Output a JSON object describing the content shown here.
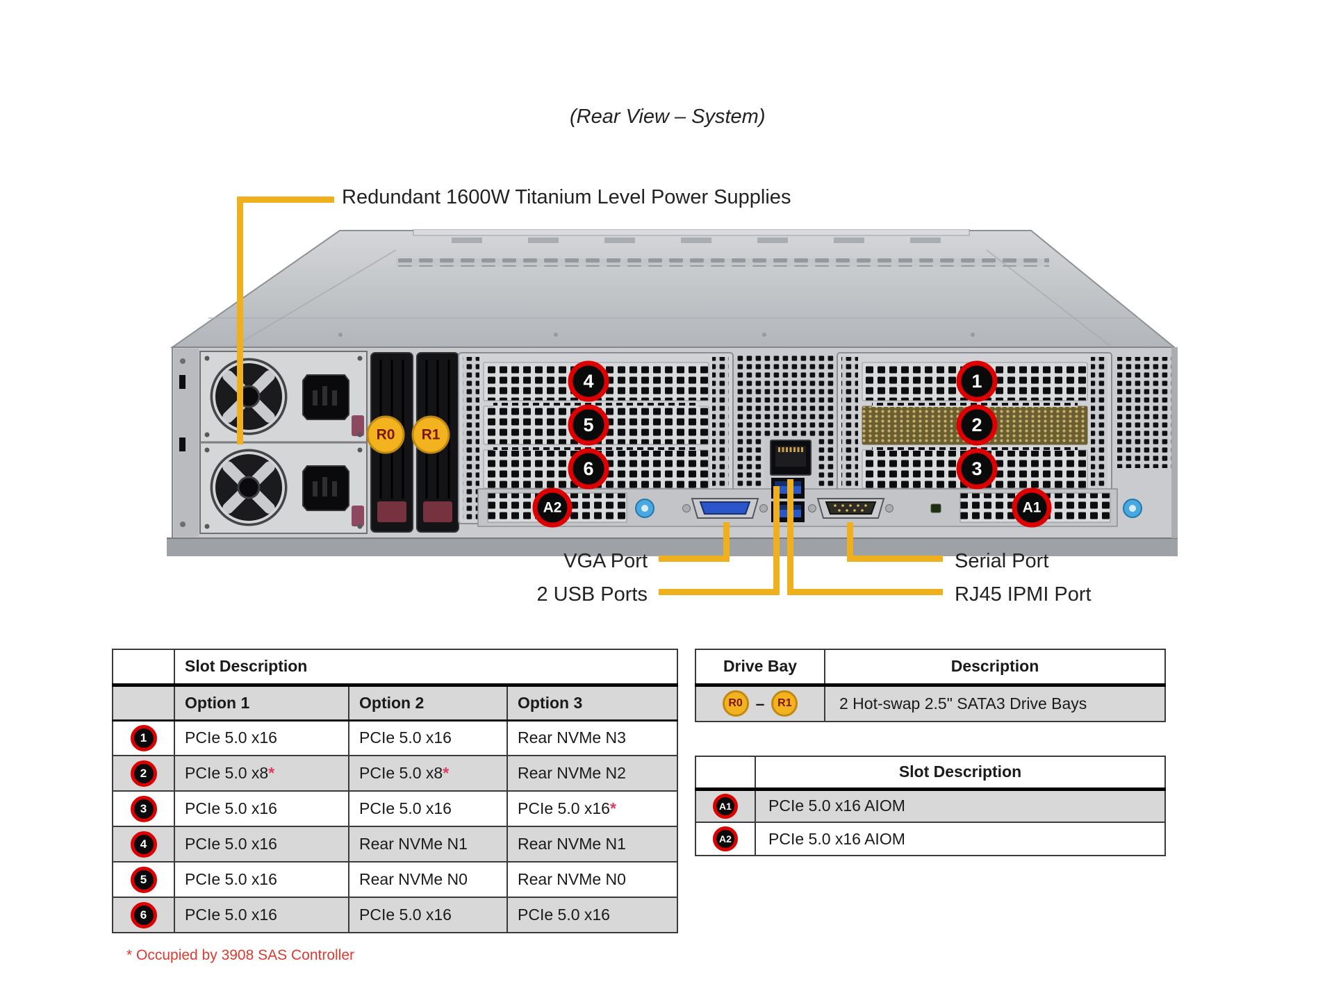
{
  "title": "(Rear View – System)",
  "callouts": {
    "psu": "Redundant 1600W Titanium Level Power Supplies",
    "vga": "VGA Port",
    "usb": "2 USB Ports",
    "serial": "Serial Port",
    "ipmi": "RJ45 IPMI Port"
  },
  "server": {
    "slot_badges": [
      "1",
      "2",
      "3",
      "4",
      "5",
      "6"
    ],
    "aiom_badges": [
      "A1",
      "A2"
    ],
    "drive_badges": [
      "R0",
      "R1"
    ]
  },
  "slot_table": {
    "corner": "",
    "header": "Slot Description",
    "columns": [
      "Option 1",
      "Option 2",
      "Option 3"
    ],
    "rows": [
      {
        "badge": "1",
        "cells": [
          {
            "t": "PCIe 5.0 x16",
            "m": ""
          },
          {
            "t": "PCIe 5.0 x16",
            "m": ""
          },
          {
            "t": "Rear NVMe N3",
            "m": ""
          }
        ]
      },
      {
        "badge": "2",
        "cells": [
          {
            "t": "PCIe 5.0 x8",
            "m": "*"
          },
          {
            "t": "PCIe 5.0 x8",
            "m": "*"
          },
          {
            "t": "Rear NVMe N2",
            "m": ""
          }
        ]
      },
      {
        "badge": "3",
        "cells": [
          {
            "t": "PCIe 5.0 x16",
            "m": ""
          },
          {
            "t": "PCIe 5.0 x16",
            "m": ""
          },
          {
            "t": "PCIe 5.0 x16",
            "m": "*"
          }
        ]
      },
      {
        "badge": "4",
        "cells": [
          {
            "t": "PCIe 5.0 x16",
            "m": ""
          },
          {
            "t": "Rear NVMe N1",
            "m": ""
          },
          {
            "t": "Rear NVMe N1",
            "m": ""
          }
        ]
      },
      {
        "badge": "5",
        "cells": [
          {
            "t": "PCIe 5.0 x16",
            "m": ""
          },
          {
            "t": "Rear NVMe N0",
            "m": ""
          },
          {
            "t": "Rear NVMe N0",
            "m": ""
          }
        ]
      },
      {
        "badge": "6",
        "cells": [
          {
            "t": "PCIe 5.0 x16",
            "m": ""
          },
          {
            "t": "PCIe 5.0 x16",
            "m": ""
          },
          {
            "t": "PCIe 5.0 x16",
            "m": ""
          }
        ]
      }
    ]
  },
  "drive_table": {
    "col1": "Drive Bay",
    "col2": "Description",
    "bay_start": "R0",
    "bay_dash": "–",
    "bay_end": "R1",
    "description": "2 Hot-swap 2.5\" SATA3 Drive Bays"
  },
  "aiom_table": {
    "header": "Slot Description",
    "rows": [
      {
        "badge": "A1",
        "desc": "PCIe 5.0 x16 AIOM"
      },
      {
        "badge": "A2",
        "desc": "PCIe 5.0 x16 AIOM"
      }
    ]
  },
  "footnote": "* Occupied by 3908 SAS Controller",
  "colors": {
    "accent_yellow": "#F0B01E",
    "badge_ring_red": "#DD0000",
    "badge_gold": "#F2B31F",
    "footnote_red": "#E0392E",
    "asterisk_red": "#E23A5F",
    "chassis_gray": "#C9CBCE"
  }
}
